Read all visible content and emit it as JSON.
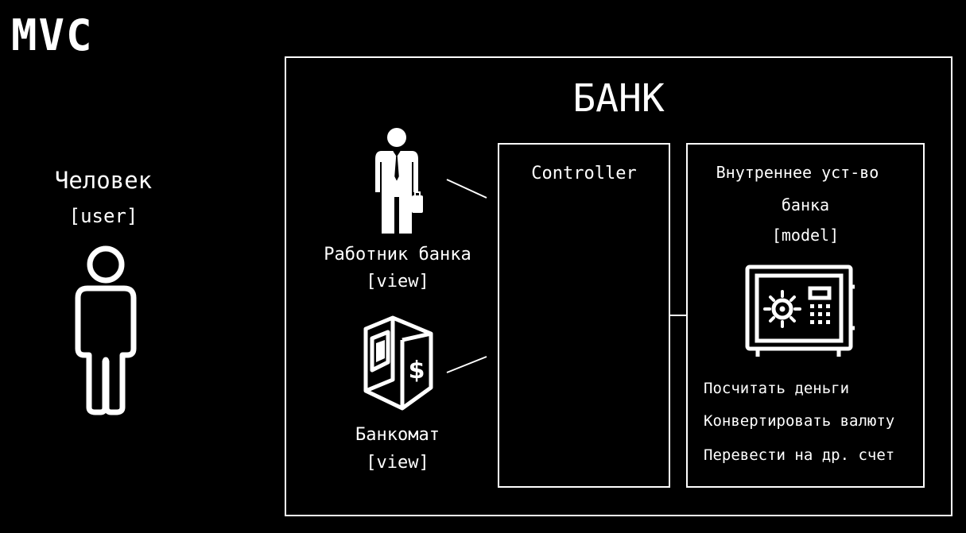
{
  "title": "MVC",
  "user": {
    "label": "Человек",
    "tag": "[user]"
  },
  "bank": {
    "title": "БАНК",
    "views": [
      {
        "label": "Работник банка",
        "tag": "[view]"
      },
      {
        "label": "Банкомат",
        "tag": "[view]"
      }
    ],
    "controller": {
      "label": "Controller"
    },
    "model": {
      "title_line1": "Внутреннее уст-во",
      "title_line2": "банка",
      "tag": "[model]",
      "actions": [
        "Посчитать деньги",
        "Конвертировать валюту",
        "Перевести на др. счет"
      ]
    }
  },
  "icons": {
    "user": "person-outline-icon",
    "worker": "businessman-icon",
    "atm": "atm-icon",
    "model": "safe-icon",
    "atm_symbol": "$"
  },
  "colors": {
    "background": "#000000",
    "foreground": "#ffffff"
  }
}
